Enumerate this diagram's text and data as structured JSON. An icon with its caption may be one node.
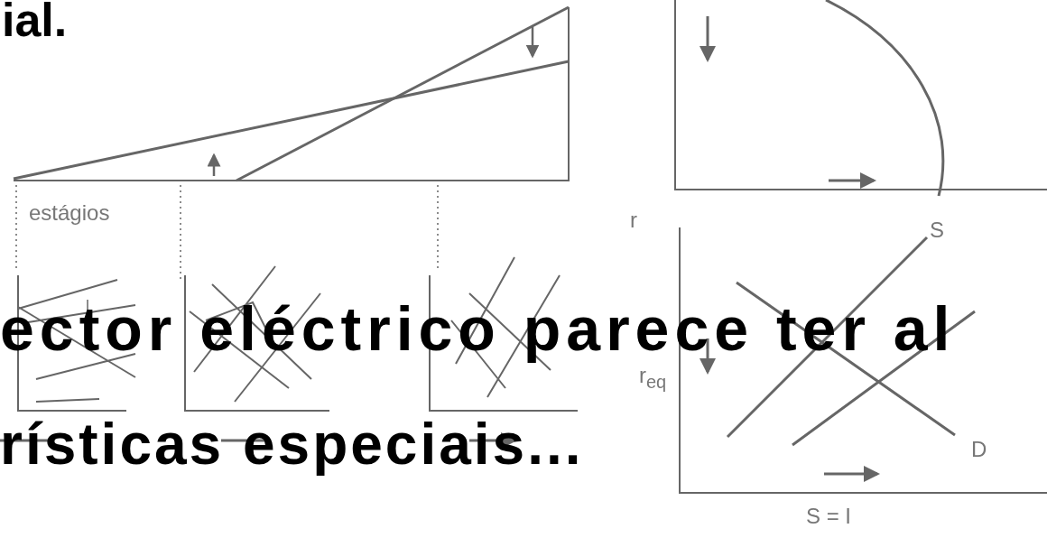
{
  "diagram": {
    "labels": [
      "ial.",
      "estágios",
      "r",
      "S",
      "r$_{eq}$",
      "ector eléctrico parece ter al",
      "D",
      "rísticas especiais...",
      "S = I"
    ]
  }
}
